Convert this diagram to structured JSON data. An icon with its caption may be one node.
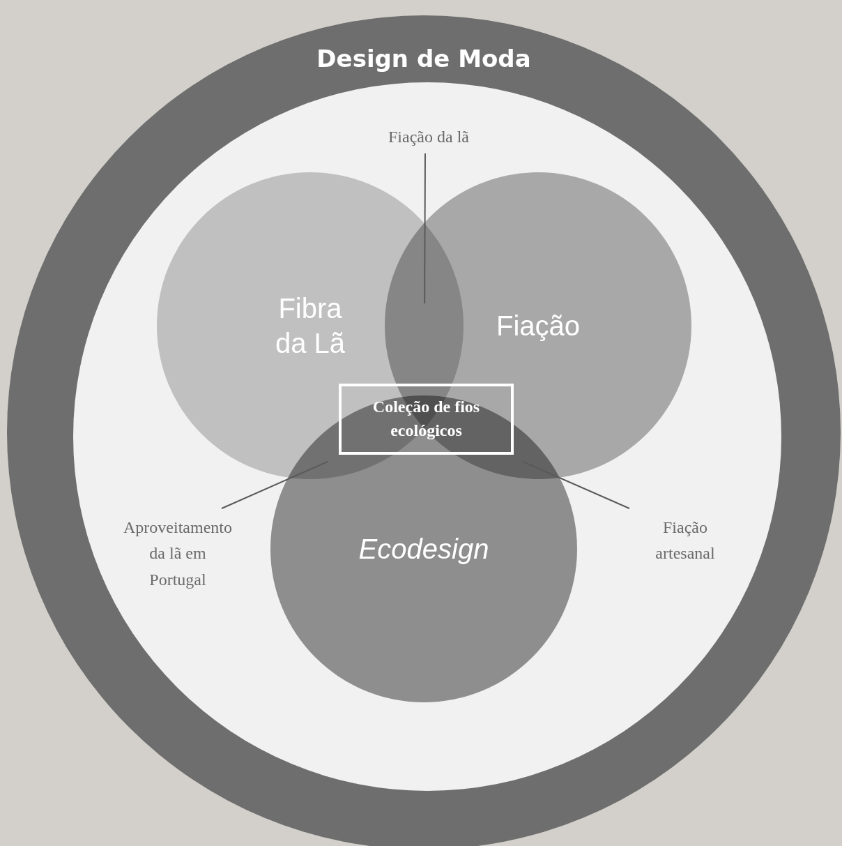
{
  "diagram": {
    "nodes": [
      {
        "text": [
          "Design de Moda"
        ]
      },
      {
        "text": [
          "Fibra da Lã"
        ],
        "in": 0
      },
      {
        "text": [
          "Fiação"
        ],
        "in": 0
      },
      {
        "text": [
          "Ecodesign"
        ],
        "in": 0
      },
      {
        "text": [
          "Coleção de fios ecológicos"
        ],
        "in": 0
      },
      {
        "text": [
          "Fiação da lã"
        ],
        "in": 0
      },
      {
        "text": [
          "Aproveitamento da lã em Portugal"
        ],
        "in": 0
      },
      {
        "text": [
          "Fiação artesanal"
        ],
        "in": 0
      }
    ],
    "edges": [
      {
        "from": 5,
        "to": 1,
        "arrow": "none"
      },
      {
        "from": 6,
        "to": 1,
        "arrow": "none"
      },
      {
        "from": 7,
        "to": 2,
        "arrow": "none"
      }
    ]
  }
}
